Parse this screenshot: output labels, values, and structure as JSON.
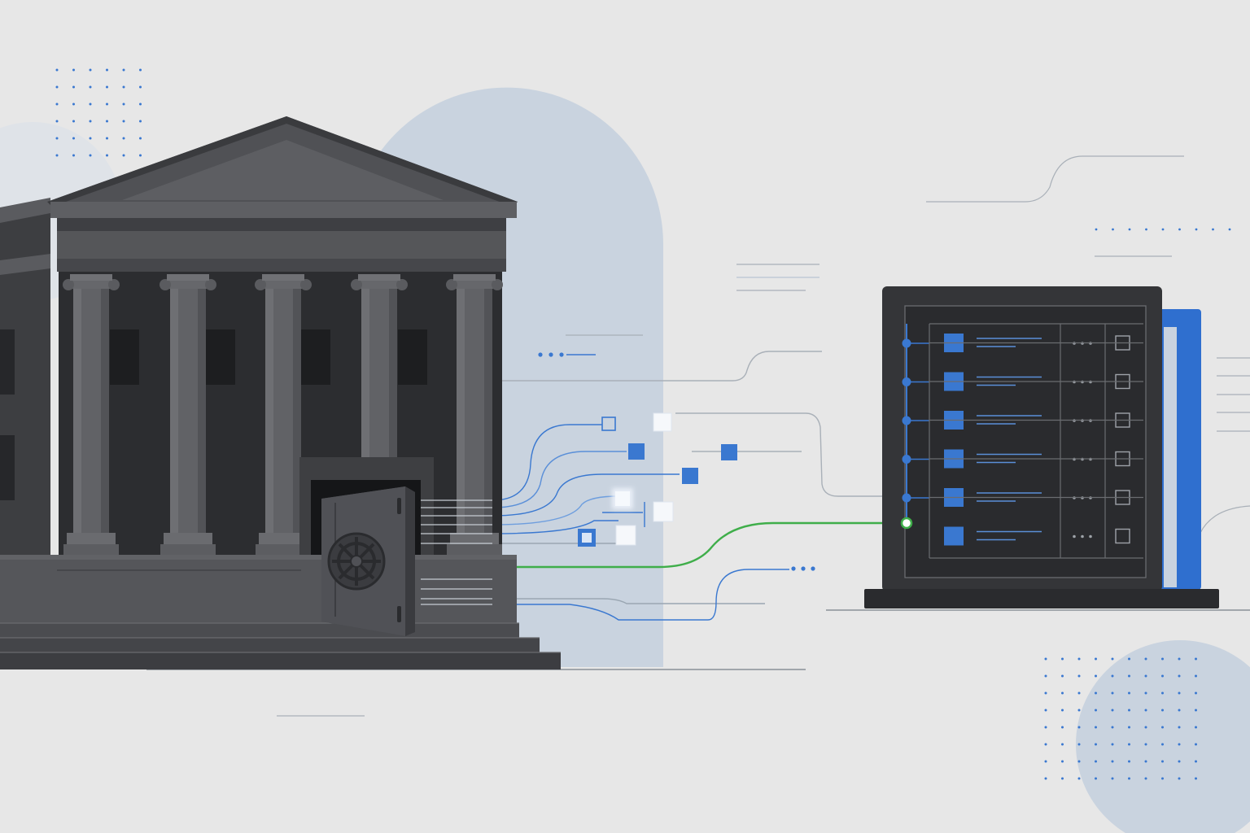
{
  "scene": {
    "palette": {
      "background": "#e7e7e7",
      "building": "#4a4b4e",
      "building_dark": "#2f3033",
      "accent_blue": "#3a78d0",
      "soft_blue": "#c9d3df",
      "connection_green": "#3fae4a"
    },
    "elements": {
      "building": "classical-bank-building",
      "vault": "open-vault-door",
      "server": "server-rack",
      "connection": "green-active-link"
    },
    "server_rows": 6,
    "active_row": 6
  }
}
